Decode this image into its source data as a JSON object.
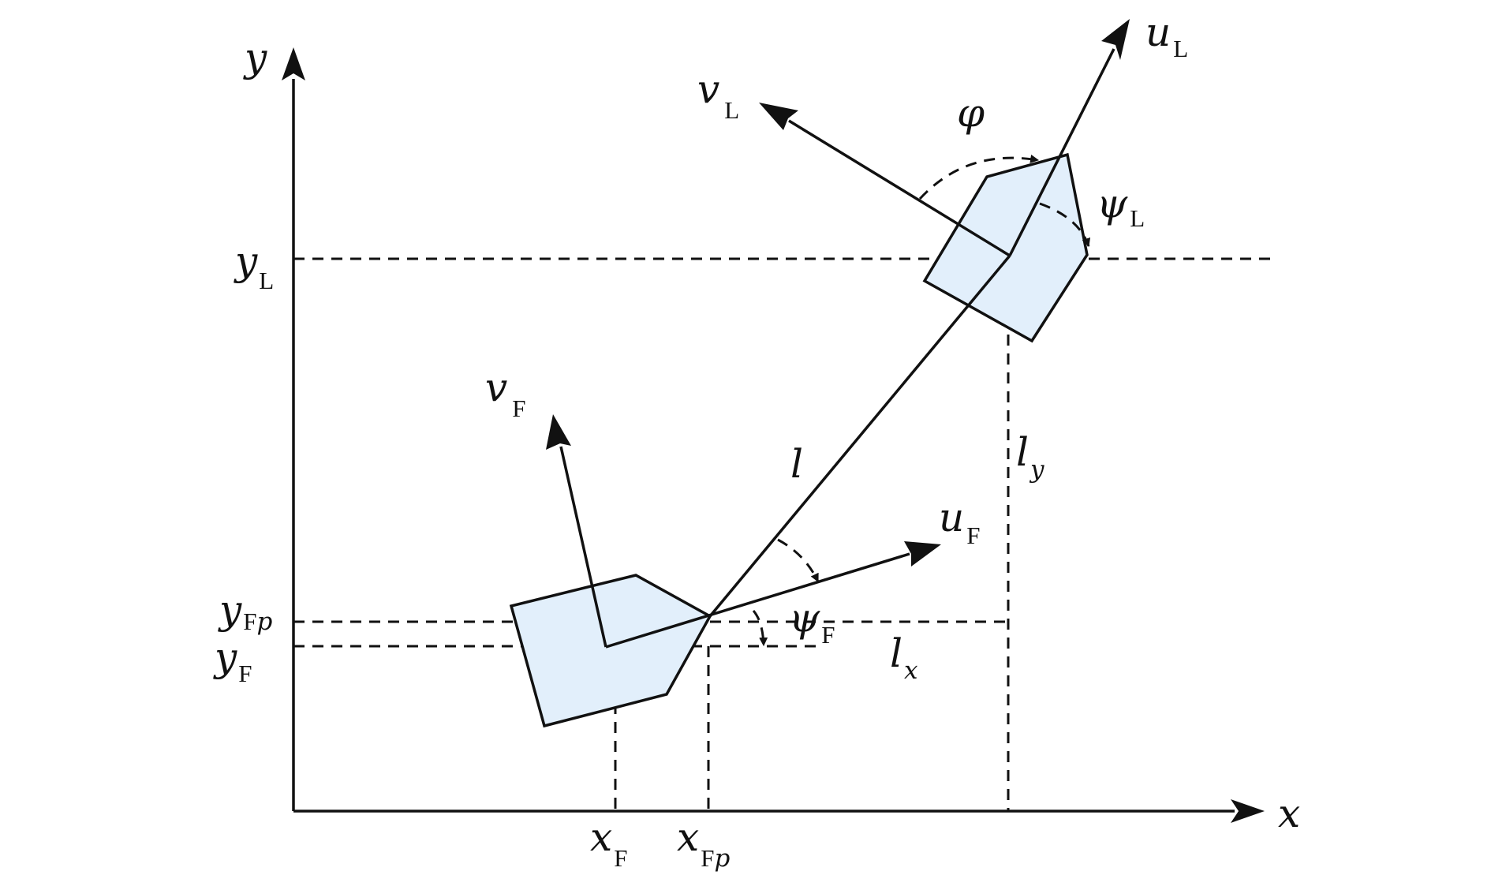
{
  "axes": {
    "x": "x",
    "y": "y"
  },
  "leader": {
    "u": {
      "base": "u",
      "sub": "L"
    },
    "v": {
      "base": "v",
      "sub": "L"
    },
    "psi": {
      "base": "ψ",
      "sub": "L"
    },
    "y": {
      "base": "y",
      "sub": "L"
    }
  },
  "follower": {
    "u": {
      "base": "u",
      "sub": "F"
    },
    "v": {
      "base": "v",
      "sub": "F"
    },
    "psi": {
      "base": "ψ",
      "sub": "F"
    },
    "x": {
      "base": "x",
      "sub": "F"
    },
    "xp": {
      "base": "x",
      "sub": "F",
      "subp": "p"
    },
    "y": {
      "base": "y",
      "sub": "F"
    },
    "yp": {
      "base": "y",
      "sub": "F",
      "subp": "p"
    }
  },
  "angle_phi": "φ",
  "distance": {
    "l": "l",
    "lx_base": "l",
    "lx_sub": "x",
    "ly_base": "l",
    "ly_sub": "y"
  },
  "colors": {
    "boat_fill": "#e2effb",
    "stroke": "#111111"
  }
}
